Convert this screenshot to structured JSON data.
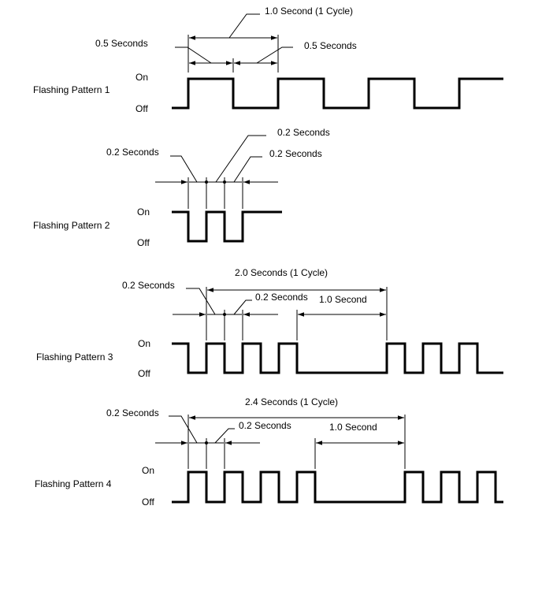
{
  "colors": {
    "ink": "#000000",
    "background": "#ffffff"
  },
  "patterns": [
    {
      "name": "Flashing Pattern 1",
      "on_label": "On",
      "off_label": "Off",
      "annotations": {
        "cycle": "1.0 Second (1 Cycle)",
        "on_time": "0.5 Seconds",
        "off_time": "0.5 Seconds"
      }
    },
    {
      "name": "Flashing Pattern 2",
      "on_label": "On",
      "off_label": "Off",
      "annotations": {
        "first_off": "0.2 Seconds",
        "on_time": "0.2 Seconds",
        "second_off": "0.2 Seconds"
      }
    },
    {
      "name": "Flashing Pattern 3",
      "on_label": "On",
      "off_label": "Off",
      "annotations": {
        "cycle": "2.0 Seconds (1 Cycle)",
        "off_time": "0.2 Seconds",
        "on_time": "0.2 Seconds",
        "pause": "1.0 Second"
      }
    },
    {
      "name": "Flashing Pattern 4",
      "on_label": "On",
      "off_label": "Off",
      "annotations": {
        "cycle": "2.4 Seconds (1 Cycle)",
        "on_time": "0.2 Seconds",
        "off_time": "0.2 Seconds",
        "pause": "1.0 Second"
      }
    }
  ]
}
